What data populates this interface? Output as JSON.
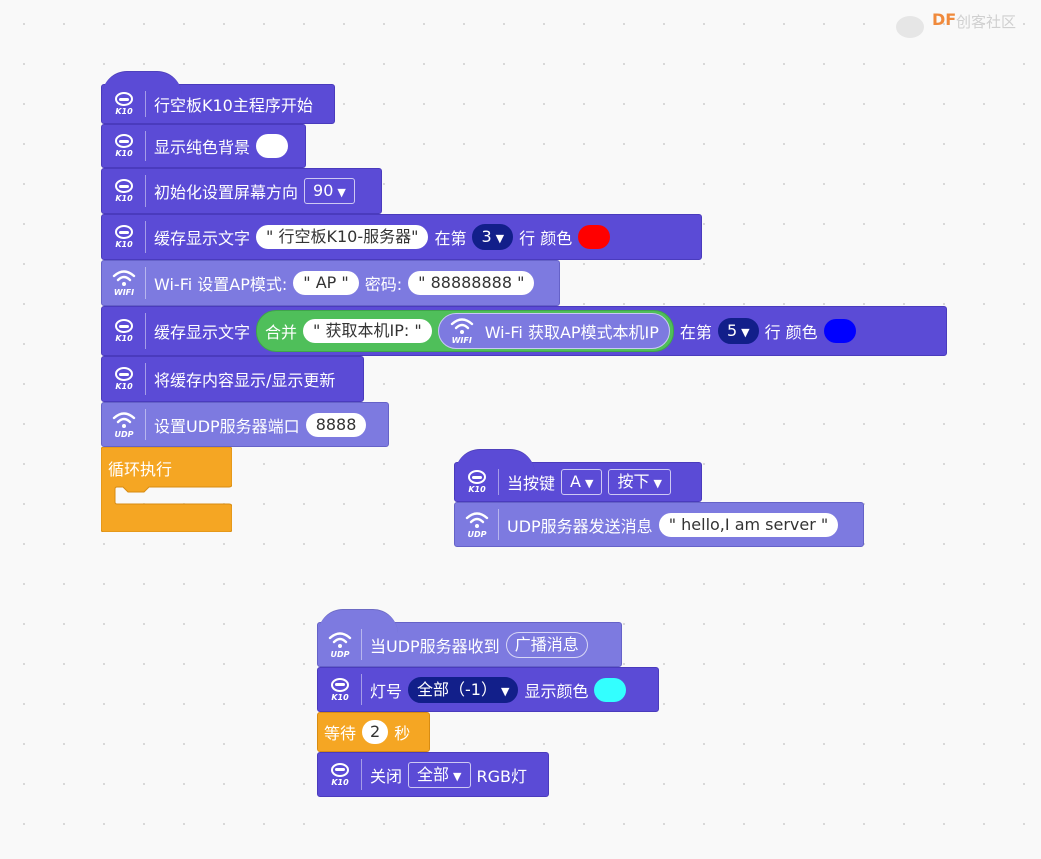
{
  "watermark": {
    "brand": "DF",
    "text": "创客社区"
  },
  "icons": {
    "k10": "K10",
    "wifi": "WIFI",
    "udp": "UDP"
  },
  "colors": {
    "red": "#ff0000",
    "blue": "#0000ff",
    "cyan": "#33ffff",
    "white": "#ffffff"
  },
  "main_stack": {
    "b1": {
      "label": "行空板K10主程序开始"
    },
    "b2": {
      "label": "显示纯色背景"
    },
    "b3": {
      "label": "初始化设置屏幕方向",
      "value": "90"
    },
    "b4": {
      "label": "缓存显示文字",
      "text": "\"        行空板K10-服务器\"",
      "row_label": "在第",
      "row": "3",
      "row_suffix": "行 颜色"
    },
    "b5": {
      "label": "Wi-Fi 设置AP模式:",
      "ssid": "\" AP \"",
      "pwd_label": "密码:",
      "pwd": "\" 88888888 \""
    },
    "b6": {
      "label": "缓存显示文字",
      "join": "合并",
      "text": "\"     获取本机IP: \"",
      "inner": "Wi-Fi 获取AP模式本机IP",
      "row_label": "在第",
      "row": "5",
      "row_suffix": "行 颜色"
    },
    "b7": {
      "label": "将缓存内容显示/显示更新"
    },
    "b8": {
      "label": "设置UDP服务器端口",
      "value": "8888"
    },
    "loop": {
      "label": "循环执行"
    }
  },
  "button_stack": {
    "b1": {
      "label": "当按键",
      "key": "A",
      "action": "按下"
    },
    "b2": {
      "label": "UDP服务器发送消息",
      "msg": "\" hello,I am server \""
    }
  },
  "udp_stack": {
    "b1": {
      "label": "当UDP服务器收到",
      "param": "广播消息"
    },
    "b2": {
      "label": "灯号",
      "light": "全部（-1）",
      "suffix": "显示颜色"
    },
    "b3": {
      "label": "等待",
      "value": "2",
      "unit": "秒"
    },
    "b4": {
      "label": "关闭",
      "target": "全部",
      "suffix": "RGB灯"
    }
  }
}
